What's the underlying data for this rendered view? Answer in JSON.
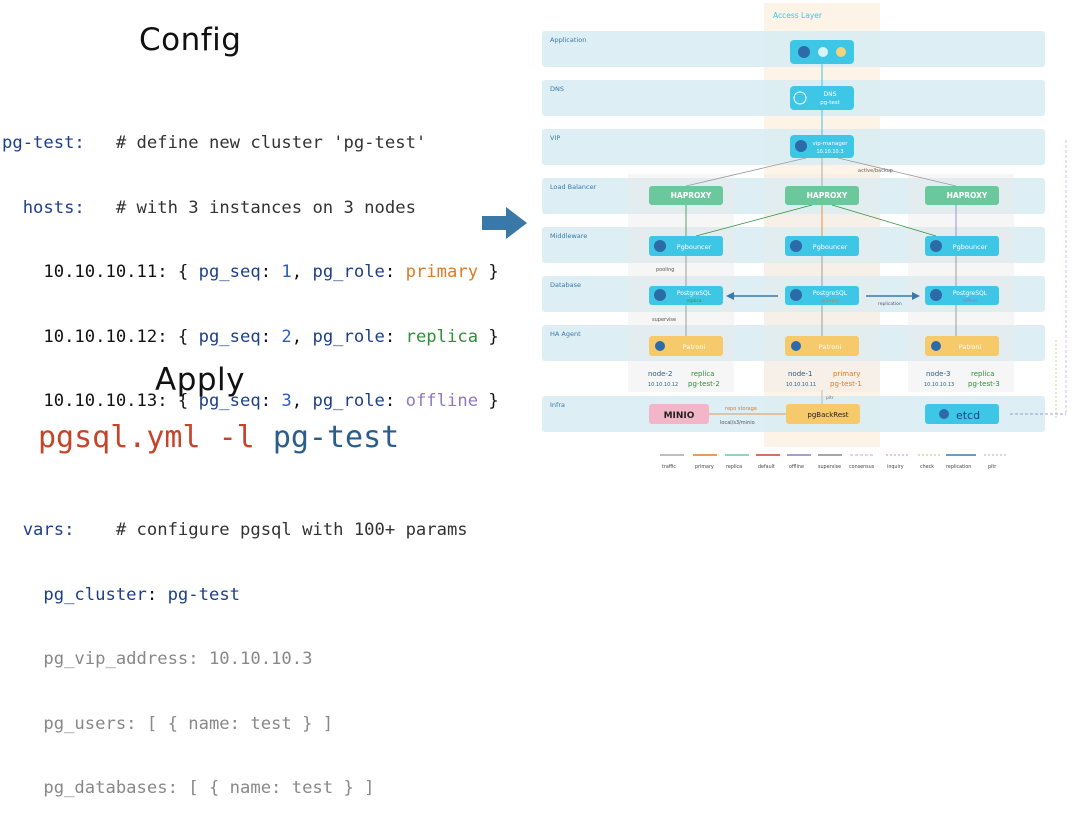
{
  "left": {
    "config_title": "Config",
    "apply_title": "Apply",
    "code": {
      "l1": {
        "key": "pg-test:",
        "comment": "   # define new cluster 'pg-test'"
      },
      "l2": {
        "key": "  hosts:",
        "comment": "   # with 3 instances on 3 nodes"
      },
      "l3": {
        "ip": "    10.10.10.11: { ",
        "seq_k": "pg_seq",
        "sep1": ": ",
        "seq_v": "1",
        "sep2": ", ",
        "role_k": "pg_role",
        "sep3": ": ",
        "role_v": "primary",
        "end": " }"
      },
      "l4": {
        "ip": "    10.10.10.12: { ",
        "seq_k": "pg_seq",
        "sep1": ": ",
        "seq_v": "2",
        "sep2": ", ",
        "role_k": "pg_role",
        "sep3": ": ",
        "role_v": "replica",
        "end": " }"
      },
      "l5": {
        "ip": "    10.10.10.13: { ",
        "seq_k": "pg_seq",
        "sep1": ": ",
        "seq_v": "3",
        "sep2": ", ",
        "role_k": "pg_role",
        "sep3": ": ",
        "role_v": "offline",
        "end": " }"
      },
      "l6": {
        "key": "  vars:",
        "comment": "    # configure pgsql with 100+ params"
      },
      "l7": {
        "key": "    pg_cluster",
        "sep": ": ",
        "value": "pg-test"
      },
      "l8": {
        "text": "    pg_vip_address: 10.10.10.3"
      },
      "l9": {
        "text": "    pg_users: [ { name: test } ]"
      },
      "l10": {
        "text": "    pg_databases: [ { name: test } ]"
      }
    },
    "command": {
      "part1": "pgsql.yml -l ",
      "part2": "pg-test"
    }
  },
  "diagram": {
    "access_layer": "Access Layer",
    "layers": [
      {
        "name": "Application"
      },
      {
        "name": "DNS"
      },
      {
        "name": "VIP"
      },
      {
        "name": "Load Balancer"
      },
      {
        "name": "Middleware"
      },
      {
        "name": "Database"
      },
      {
        "name": "HA Agent"
      },
      {
        "name": "Infra"
      }
    ],
    "dns_box": {
      "title": "DNS",
      "sub": "pg-test"
    },
    "vip_box": {
      "title": "vip-manager",
      "sub": "10.10.10.3"
    },
    "active_backup": "active/backup",
    "haproxy": "HAPROXY",
    "pgbouncer": "Pgbouncer",
    "postgres": "PostgreSQL",
    "pg_roles": [
      "replica",
      "primary",
      "offline"
    ],
    "patroni": "Patroni",
    "pooling": "pooling",
    "supervise": "supervise",
    "replication": "replication",
    "nodes": [
      {
        "node": "node-2",
        "ip": "10.10.10.12",
        "role": "replica",
        "inst": "pg-test-2"
      },
      {
        "node": "node-1",
        "ip": "10.10.10.11",
        "role": "primary",
        "inst": "pg-test-1"
      },
      {
        "node": "node-3",
        "ip": "10.10.10.13",
        "role": "replica",
        "inst": "pg-test-3"
      }
    ],
    "infra": {
      "minio": "MINIO",
      "pgbackrest": "pgBackRest",
      "etcd": "etcd",
      "repo": "repo storage",
      "repo_path": "local/s3/minio",
      "pitr": "pitr"
    },
    "legend": [
      "traffic",
      "primary",
      "replica",
      "default",
      "offline",
      "supervise",
      "consensus",
      "inquiry",
      "check",
      "replication",
      "pitr"
    ],
    "colors": {
      "accent": "#3ec6e6",
      "band": "#d7ecf3",
      "haproxy": "#6bc89d",
      "patroni": "#f6c96a",
      "primary": "#e07a23",
      "arrow": "#3a78a8"
    }
  }
}
